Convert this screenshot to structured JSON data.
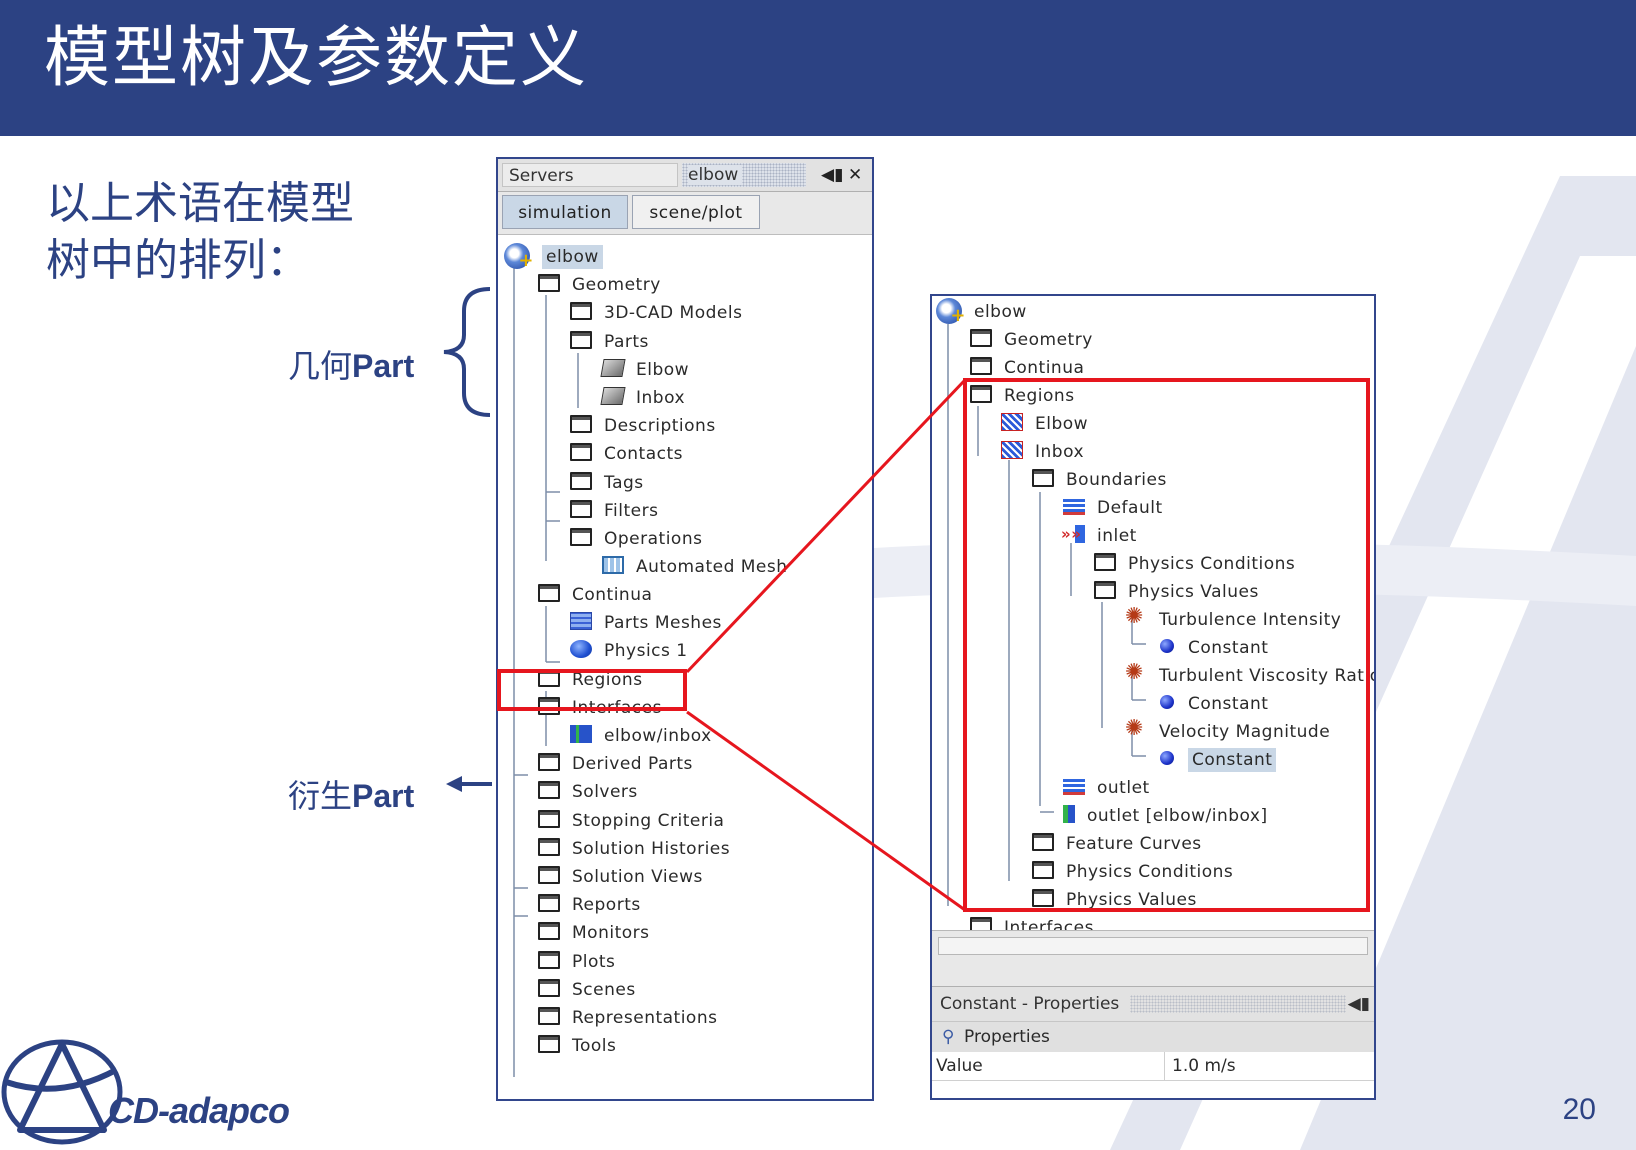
{
  "header": {
    "title": "模型树及参数定义",
    "bg_color": "#2c4283"
  },
  "intro": {
    "line1": "以上术语在模型",
    "line2": "树中的排列："
  },
  "labels": {
    "geometry_part_cn": "几何",
    "derived_part_cn": "衍生",
    "part": "Part"
  },
  "page_number": "20",
  "logo": {
    "text": "CD-adapco"
  },
  "accent_colors": {
    "brand": "#2c4283",
    "highlight_box": "#e6161e",
    "selection": "#c9d7e6"
  },
  "left_panel": {
    "tab_servers": "Servers",
    "tab_active": "elbow",
    "controls": {
      "pin_icon": "pin-icon",
      "close_icon": "close-icon"
    },
    "buttons": [
      "simulation",
      "scene/plot"
    ],
    "tree": [
      {
        "label": "elbow",
        "icon": "simulation-icon"
      },
      {
        "label": "Geometry",
        "icon": "folder-icon"
      },
      {
        "label": "3D-CAD Models",
        "icon": "folder-icon"
      },
      {
        "label": "Parts",
        "icon": "folder-icon"
      },
      {
        "label": "Elbow",
        "icon": "part-icon"
      },
      {
        "label": "Inbox",
        "icon": "part-icon"
      },
      {
        "label": "Descriptions",
        "icon": "folder-icon"
      },
      {
        "label": "Contacts",
        "icon": "folder-icon"
      },
      {
        "label": "Tags",
        "icon": "folder-icon"
      },
      {
        "label": "Filters",
        "icon": "folder-icon"
      },
      {
        "label": "Operations",
        "icon": "folder-icon"
      },
      {
        "label": "Automated Mesh",
        "icon": "automated-mesh-icon"
      },
      {
        "label": "Continua",
        "icon": "folder-icon"
      },
      {
        "label": "Parts Meshes",
        "icon": "mesh-icon"
      },
      {
        "label": "Physics 1",
        "icon": "physics-icon"
      },
      {
        "label": "Regions",
        "icon": "folder-icon"
      },
      {
        "label": "Interfaces",
        "icon": "folder-icon"
      },
      {
        "label": "elbow/inbox",
        "icon": "interface-icon"
      },
      {
        "label": "Derived Parts",
        "icon": "folder-icon"
      },
      {
        "label": "Solvers",
        "icon": "folder-icon"
      },
      {
        "label": "Stopping Criteria",
        "icon": "folder-icon"
      },
      {
        "label": "Solution Histories",
        "icon": "folder-icon"
      },
      {
        "label": "Solution Views",
        "icon": "folder-icon"
      },
      {
        "label": "Reports",
        "icon": "folder-icon"
      },
      {
        "label": "Monitors",
        "icon": "folder-icon"
      },
      {
        "label": "Plots",
        "icon": "folder-icon"
      },
      {
        "label": "Scenes",
        "icon": "folder-icon"
      },
      {
        "label": "Representations",
        "icon": "folder-icon"
      },
      {
        "label": "Tools",
        "icon": "folder-icon"
      }
    ]
  },
  "right_panel": {
    "tree": [
      {
        "label": "elbow",
        "icon": "simulation-icon"
      },
      {
        "label": "Geometry",
        "icon": "folder-icon"
      },
      {
        "label": "Continua",
        "icon": "folder-icon"
      },
      {
        "label": "Regions",
        "icon": "folder-icon"
      },
      {
        "label": "Elbow",
        "icon": "region-icon"
      },
      {
        "label": "Inbox",
        "icon": "region-icon"
      },
      {
        "label": "Boundaries",
        "icon": "folder-icon"
      },
      {
        "label": "Default",
        "icon": "wall-boundary-icon"
      },
      {
        "label": "inlet",
        "icon": "inlet-boundary-icon"
      },
      {
        "label": "Physics Conditions",
        "icon": "folder-icon"
      },
      {
        "label": "Physics Values",
        "icon": "folder-icon"
      },
      {
        "label": "Turbulence Intensity",
        "icon": "atom-icon"
      },
      {
        "label": "Constant",
        "icon": "constant-dot-icon"
      },
      {
        "label": "Turbulent Viscosity Ratio",
        "icon": "atom-icon"
      },
      {
        "label": "Constant",
        "icon": "constant-dot-icon"
      },
      {
        "label": "Velocity Magnitude",
        "icon": "atom-icon"
      },
      {
        "label": "Constant",
        "icon": "constant-dot-icon",
        "selected": true
      },
      {
        "label": "outlet",
        "icon": "wall-boundary-icon"
      },
      {
        "label": "outlet [elbow/inbox]",
        "icon": "interface-boundary-icon"
      },
      {
        "label": "Feature Curves",
        "icon": "folder-icon"
      },
      {
        "label": "Physics Conditions",
        "icon": "folder-icon"
      },
      {
        "label": "Physics Values",
        "icon": "folder-icon"
      },
      {
        "label": "Interfaces",
        "icon": "folder-icon"
      }
    ],
    "properties": {
      "title": "Constant - Properties",
      "section": "Properties",
      "rows": [
        {
          "name": "Value",
          "value": "1.0 m/s"
        }
      ]
    }
  }
}
